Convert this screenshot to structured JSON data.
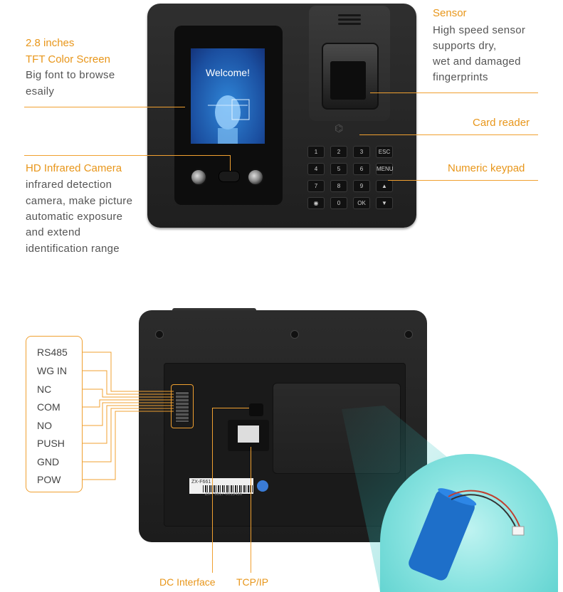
{
  "front_callouts": {
    "screen_title_1": "2.8 inches",
    "screen_title_2": "TFT Color Screen",
    "screen_desc_1": "Big font to browse",
    "screen_desc_2": "esaily",
    "camera_title": "HD Infrared Camera",
    "camera_desc_1": "infrared detection",
    "camera_desc_2": "camera, make picture",
    "camera_desc_3": "automatic exposure",
    "camera_desc_4": "and  extend",
    "camera_desc_5": "identification range",
    "sensor_title": "Sensor",
    "sensor_desc_1": "High speed sensor",
    "sensor_desc_2": "supports dry,",
    "sensor_desc_3": "wet and damaged",
    "sensor_desc_4": "fingerprints",
    "card_reader": "Card reader",
    "keypad": "Numeric keypad"
  },
  "screen": {
    "welcome": "Welcome!"
  },
  "keys": [
    "1",
    "2",
    "3",
    "ESC",
    "4",
    "5",
    "6",
    "MENU",
    "7",
    "8",
    "9",
    "▲",
    "◉",
    "0",
    "OK",
    "▼"
  ],
  "pins": [
    "RS485",
    "WG IN",
    "NC",
    "COM",
    "NO",
    "PUSH",
    "GND",
    "POW"
  ],
  "back_callouts": {
    "dc": "DC Interface",
    "tcpip": "TCP/IP"
  },
  "sticker": {
    "model": "ZX-F661",
    "serial": "ZX-F6617-0013436"
  },
  "colors": {
    "accent": "#f0a030",
    "label_orange": "#e8961a",
    "battery": "#1e6fc9",
    "beam": "#2ec4c0"
  }
}
